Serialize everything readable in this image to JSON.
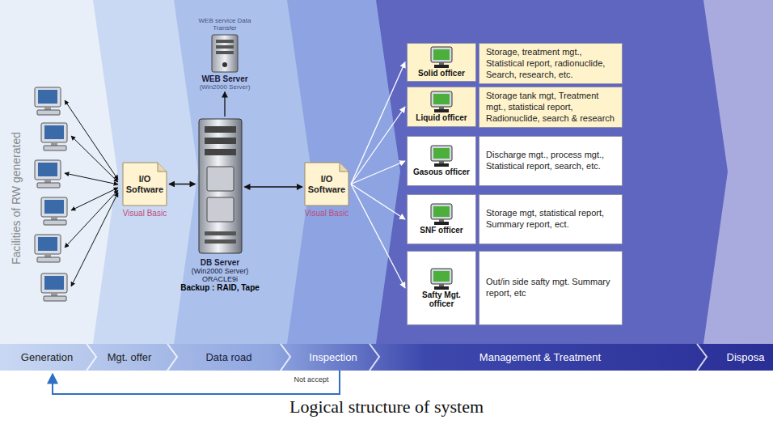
{
  "diagram": {
    "caption": "Logical structure of system",
    "nodes": [
      {
        "text": [
          "I/O Software",
          "Visual Basic"
        ]
      },
      {
        "text": [
          "WEB service Data Transfer",
          "WEB Server",
          "(Win2000 Server)"
        ]
      },
      {
        "text": [
          "DB Server",
          "(Win2000 Server)",
          "ORACLE9i",
          "Backup : RAID, Tape"
        ]
      },
      {
        "text": [
          "I/O Software",
          "Visual Basic"
        ]
      },
      {
        "text": [
          "Solid officer"
        ]
      },
      {
        "text": [
          "Storage, treatment mgt., Statistical report, radionuclide, Search, research, etc."
        ]
      },
      {
        "text": [
          "Liquid officer"
        ]
      },
      {
        "text": [
          "Storage tank mgt, Treatment mgt., statistical report, Radionuclide, search & research"
        ]
      },
      {
        "text": [
          "Gasous officer"
        ]
      },
      {
        "text": [
          "Discharge mgt., process mgt., Statistical report, search, etc."
        ]
      },
      {
        "text": [
          "SNF officer"
        ]
      },
      {
        "text": [
          "Storage mgt, statistical report, Summary report, ect."
        ]
      },
      {
        "text": [
          "Safty Mgt. officer"
        ]
      },
      {
        "text": [
          "Out/in side safty mgt. Summary report, etc"
        ]
      }
    ],
    "edges": [
      {
        "from": 0,
        "to": 2,
        "arrow": "both"
      },
      {
        "from": 2,
        "to": 1,
        "arrow": "to"
      },
      {
        "from": 2,
        "to": 3,
        "arrow": "both"
      },
      {
        "from": 3,
        "to": 4,
        "arrow": "to"
      },
      {
        "from": 3,
        "to": 6,
        "arrow": "to"
      },
      {
        "from": 3,
        "to": 8,
        "arrow": "to"
      },
      {
        "from": 3,
        "to": 10,
        "arrow": "to"
      },
      {
        "from": 3,
        "to": 12,
        "arrow": "to"
      }
    ],
    "labels": [
      "Facilities of RW generated",
      "Generation",
      "Mgt. offer",
      "Data road",
      "Inspection",
      "Management & Treatment",
      "Disposa",
      "Not accept"
    ]
  }
}
